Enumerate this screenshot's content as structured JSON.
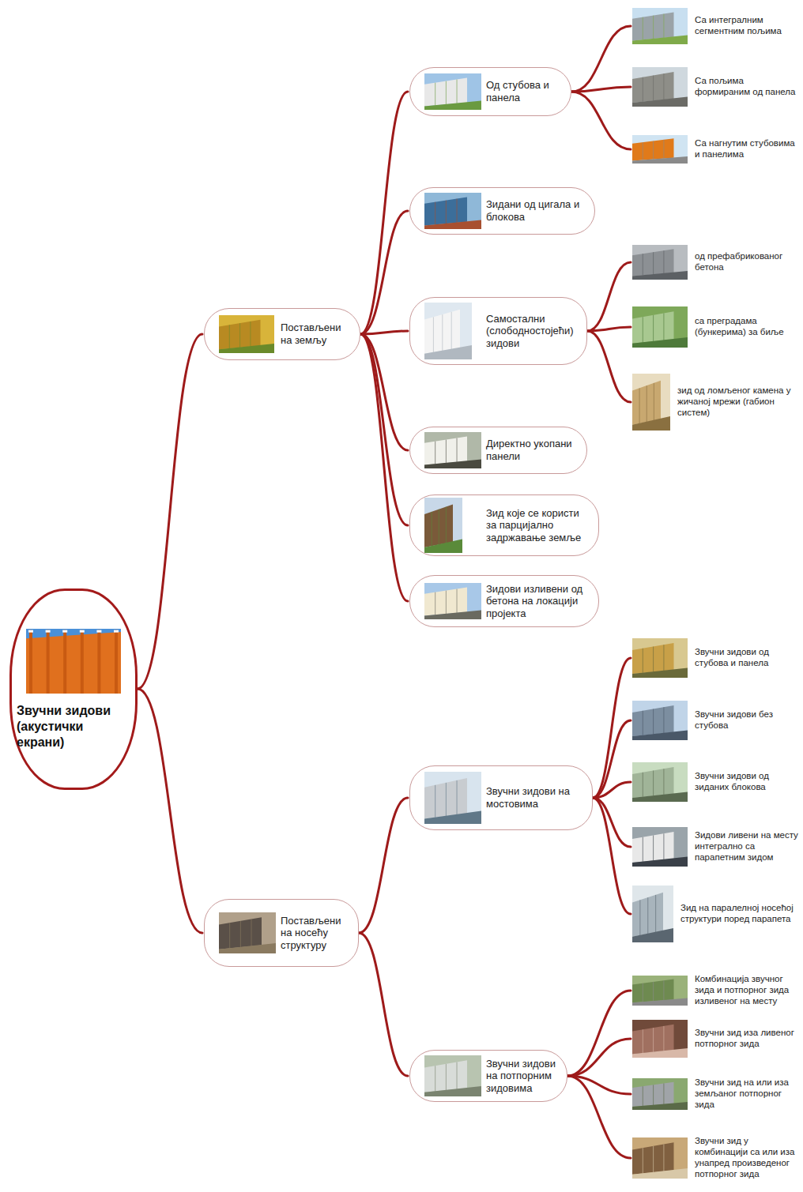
{
  "diagram": {
    "nodes": [
      {
        "text": [
          "Звучни зидови (акустички екрани)"
        ]
      },
      {
        "text": [
          "Постављени на земљу"
        ]
      },
      {
        "text": [
          "Од стубова и панела"
        ]
      },
      {
        "text": [
          "Са интегралним сегментним пољима"
        ]
      },
      {
        "text": [
          "Са пољима формираним од панела"
        ]
      },
      {
        "text": [
          "Са нагнутим стубовима и панелима"
        ]
      },
      {
        "text": [
          "Зидани од цигала и блокова"
        ]
      },
      {
        "text": [
          "Самостални (слободностојећи) зидови"
        ]
      },
      {
        "text": [
          "од префабрикованог бетона"
        ]
      },
      {
        "text": [
          "са преградама (бункерима) за биље"
        ]
      },
      {
        "text": [
          "зид од ломљеног камена у жичаној мрежи (габион систем)"
        ]
      },
      {
        "text": [
          "Директно укопани панели"
        ]
      },
      {
        "text": [
          "Зид које се користи за парцијално задржавање земље"
        ]
      },
      {
        "text": [
          "Зидови изливени од бетона на локацији пројекта"
        ]
      },
      {
        "text": [
          "Постављени на носећу структуру"
        ]
      },
      {
        "text": [
          "Звучни зидови на мостовима"
        ]
      },
      {
        "text": [
          "Звучни зидови од стубова и панела"
        ]
      },
      {
        "text": [
          "Звучни зидови без стубова"
        ]
      },
      {
        "text": [
          "Звучни зидови од зиданих блокова"
        ]
      },
      {
        "text": [
          "Зидови ливени на месту интегрално са парапетним зидом"
        ]
      },
      {
        "text": [
          "Зид на паралелној носећој структури поред парапета"
        ]
      },
      {
        "text": [
          "Звучни зидови на потпорним зидовима"
        ]
      },
      {
        "text": [
          "Комбинација звучног зида и потпорног зида изливеног на месту"
        ]
      },
      {
        "text": [
          "Звучни зид иза ливеног потпорног зида"
        ]
      },
      {
        "text": [
          "Звучни зид на или иза земљаног потпорног зида"
        ]
      },
      {
        "text": [
          "Звучни зид у комбинацији са или иза унапред произведеног потпорног зида"
        ]
      }
    ],
    "edges": [
      {
        "from": 0,
        "to": 1,
        "arrow": "none"
      },
      {
        "from": 0,
        "to": 14,
        "arrow": "none"
      },
      {
        "from": 1,
        "to": 2,
        "arrow": "none"
      },
      {
        "from": 1,
        "to": 6,
        "arrow": "none"
      },
      {
        "from": 1,
        "to": 7,
        "arrow": "none"
      },
      {
        "from": 1,
        "to": 11,
        "arrow": "none"
      },
      {
        "from": 1,
        "to": 12,
        "arrow": "none"
      },
      {
        "from": 1,
        "to": 13,
        "arrow": "none"
      },
      {
        "from": 2,
        "to": 3,
        "arrow": "none"
      },
      {
        "from": 2,
        "to": 4,
        "arrow": "none"
      },
      {
        "from": 2,
        "to": 5,
        "arrow": "none"
      },
      {
        "from": 7,
        "to": 8,
        "arrow": "none"
      },
      {
        "from": 7,
        "to": 9,
        "arrow": "none"
      },
      {
        "from": 7,
        "to": 10,
        "arrow": "none"
      },
      {
        "from": 14,
        "to": 15,
        "arrow": "none"
      },
      {
        "from": 14,
        "to": 21,
        "arrow": "none"
      },
      {
        "from": 15,
        "to": 16,
        "arrow": "none"
      },
      {
        "from": 15,
        "to": 17,
        "arrow": "none"
      },
      {
        "from": 15,
        "to": 18,
        "arrow": "none"
      },
      {
        "from": 15,
        "to": 19,
        "arrow": "none"
      },
      {
        "from": 15,
        "to": 20,
        "arrow": "none"
      },
      {
        "from": 21,
        "to": 22,
        "arrow": "none"
      },
      {
        "from": 21,
        "to": 23,
        "arrow": "none"
      },
      {
        "from": 21,
        "to": 24,
        "arrow": "none"
      },
      {
        "from": 21,
        "to": 25,
        "arrow": "none"
      }
    ]
  }
}
